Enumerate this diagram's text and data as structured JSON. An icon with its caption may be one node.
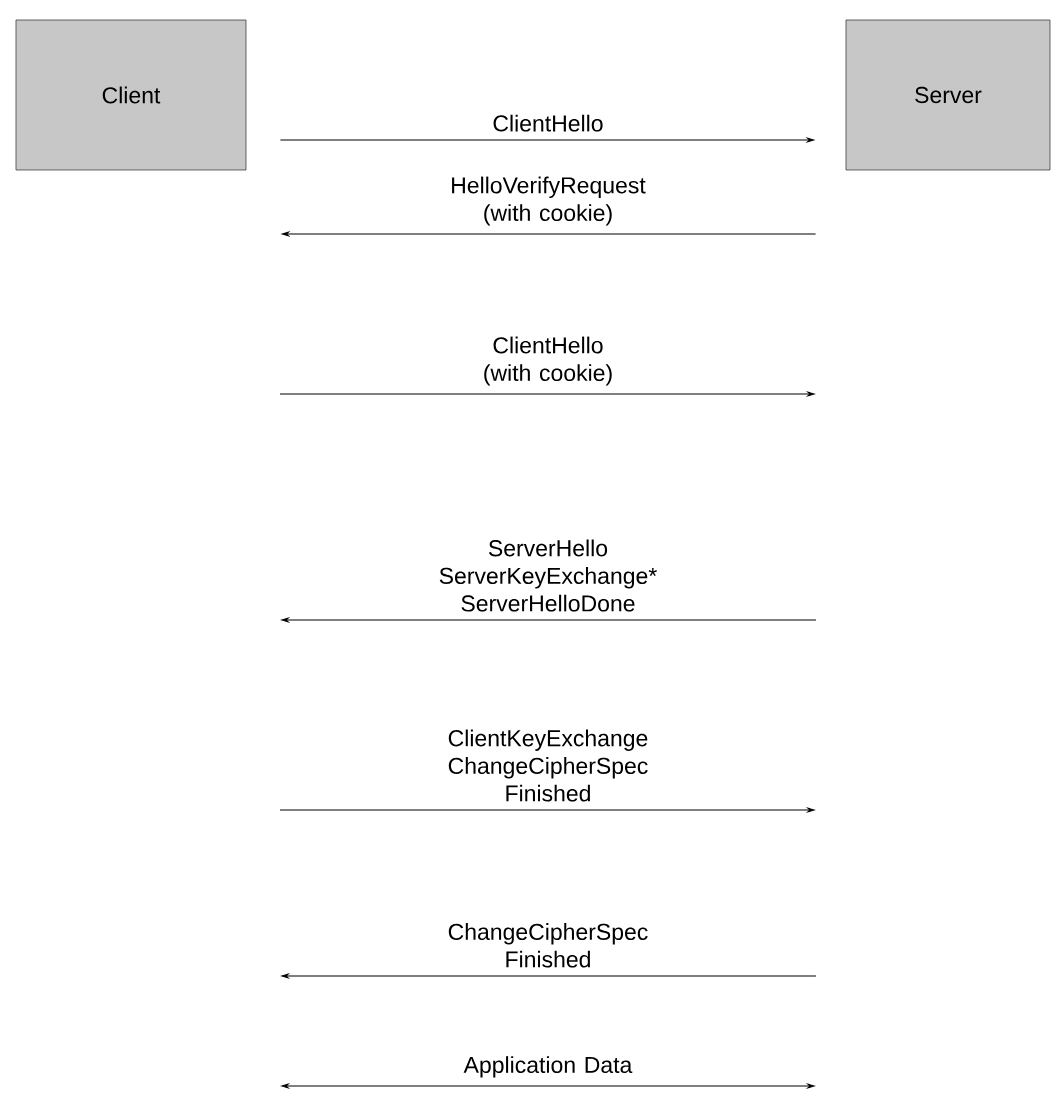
{
  "diagram": {
    "nodes": [
      {
        "text": [
          "Client"
        ]
      },
      {
        "text": [
          "Server"
        ]
      }
    ],
    "edges": [
      {
        "from": 0,
        "to": 1,
        "arrow": "to",
        "label": "ClientHello"
      },
      {
        "from": 1,
        "to": 0,
        "arrow": "to",
        "label": "HelloVerifyRequest (with cookie)"
      }
    ],
    "labels": [
      "ClientHello (with cookie)",
      "ServerHello ServerKeyExchange* ServerHelloDone",
      "ClientKeyExchange ChangeCipherSpec Finished",
      "ChangeCipherSpec Finished",
      "Application Data"
    ]
  }
}
